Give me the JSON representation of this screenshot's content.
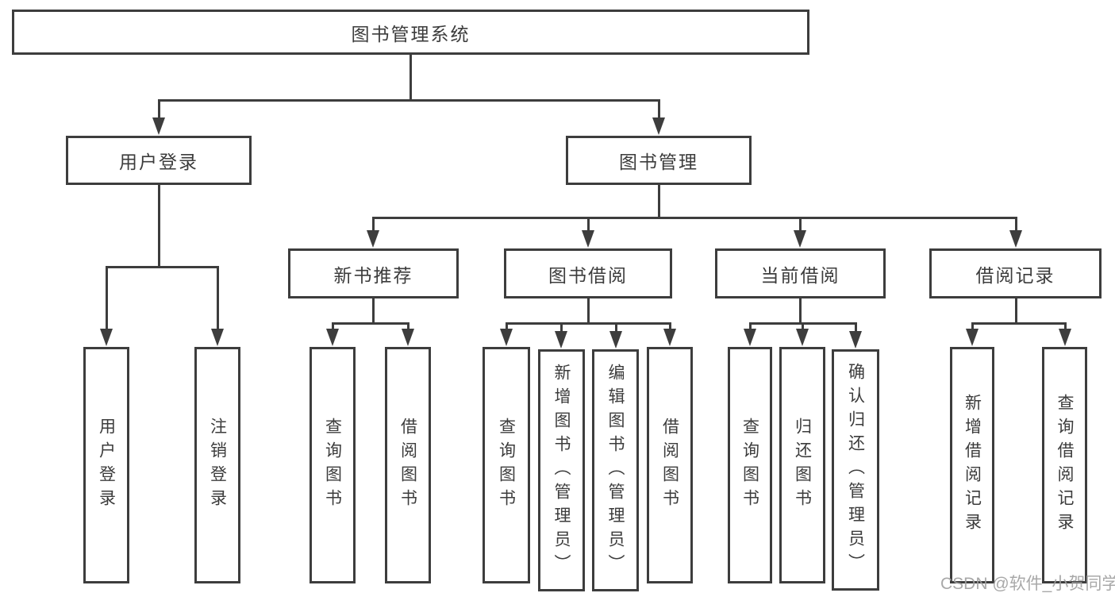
{
  "root": {
    "label": "图书管理系统",
    "children": [
      {
        "label": "用户登录",
        "children": [
          {
            "label": "用户登录"
          },
          {
            "label": "注销登录"
          }
        ]
      },
      {
        "label": "图书管理",
        "children": [
          {
            "label": "新书推荐",
            "children": [
              {
                "label": "查询图书"
              },
              {
                "label": "借阅图书"
              }
            ]
          },
          {
            "label": "图书借阅",
            "children": [
              {
                "label": "查询图书"
              },
              {
                "label": "新增图书（管理员）"
              },
              {
                "label": "编辑图书（管理员）"
              },
              {
                "label": "借阅图书"
              }
            ]
          },
          {
            "label": "当前借阅",
            "children": [
              {
                "label": "查询图书"
              },
              {
                "label": "归还图书"
              },
              {
                "label": "确认归还（管理员）"
              }
            ]
          },
          {
            "label": "借阅记录",
            "children": [
              {
                "label": "新增借阅记录"
              },
              {
                "label": "查询借阅记录"
              }
            ]
          }
        ]
      }
    ]
  },
  "watermark": {
    "text": "CSDN @软件_小贺同学"
  },
  "colors": {
    "line": "#3d3d3d",
    "text": "#3c3c3c",
    "watermark": "#9f9f9f",
    "background": "#ffffff"
  }
}
